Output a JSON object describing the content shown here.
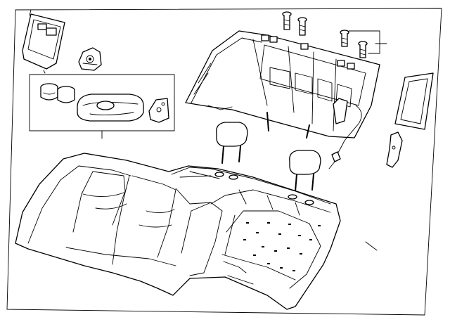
{
  "diagram": {
    "parts": [
      "rear-seat-cushion",
      "rear-seatback-frame",
      "headrest-left",
      "headrest-right",
      "armrest-assembly",
      "cup-holder",
      "armrest-hinge",
      "armrest-bracket",
      "trim-bezel",
      "seat-latch-cover",
      "seatback-panel",
      "seat-bracket",
      "mounting-bolts",
      "harness-connector"
    ],
    "callout_boxes": 1,
    "bolt_count": 4
  }
}
